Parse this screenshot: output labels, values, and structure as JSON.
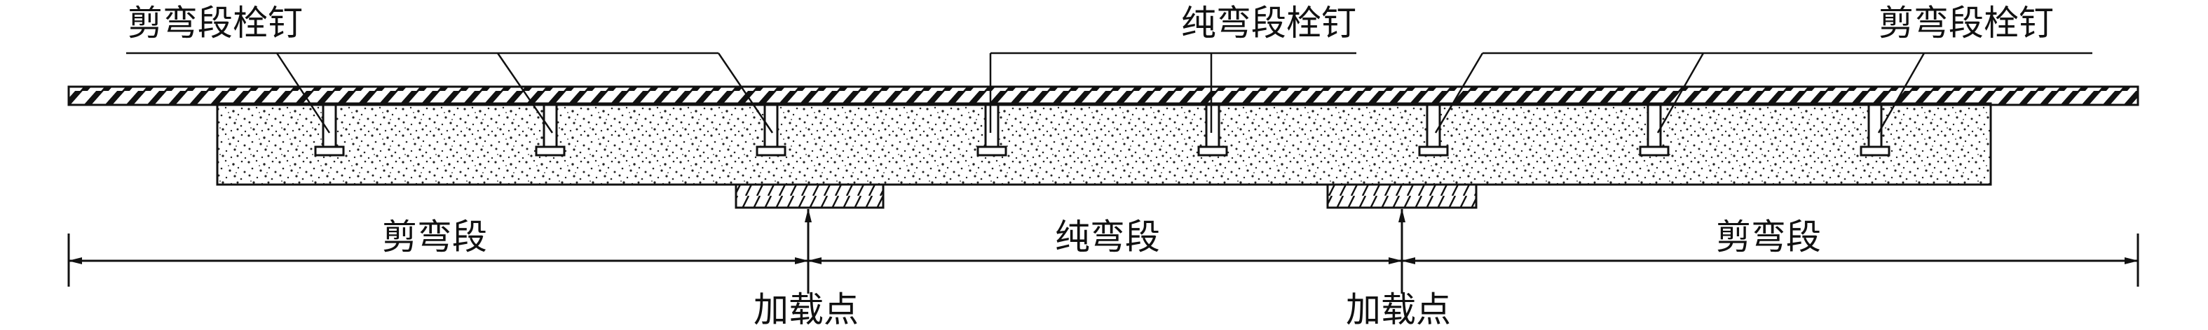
{
  "labels": {
    "stud_shear_left": "剪弯段栓钉",
    "stud_pure": "纯弯段栓钉",
    "stud_shear_right": "剪弯段栓钉",
    "seg_shear_left": "剪弯段",
    "seg_pure": "纯弯段",
    "seg_shear_right": "剪弯段",
    "load_left": "加载点",
    "load_right": "加载点"
  },
  "studs": {
    "count": 8
  },
  "colors": {
    "ink": "#111111",
    "background": "#ffffff"
  }
}
